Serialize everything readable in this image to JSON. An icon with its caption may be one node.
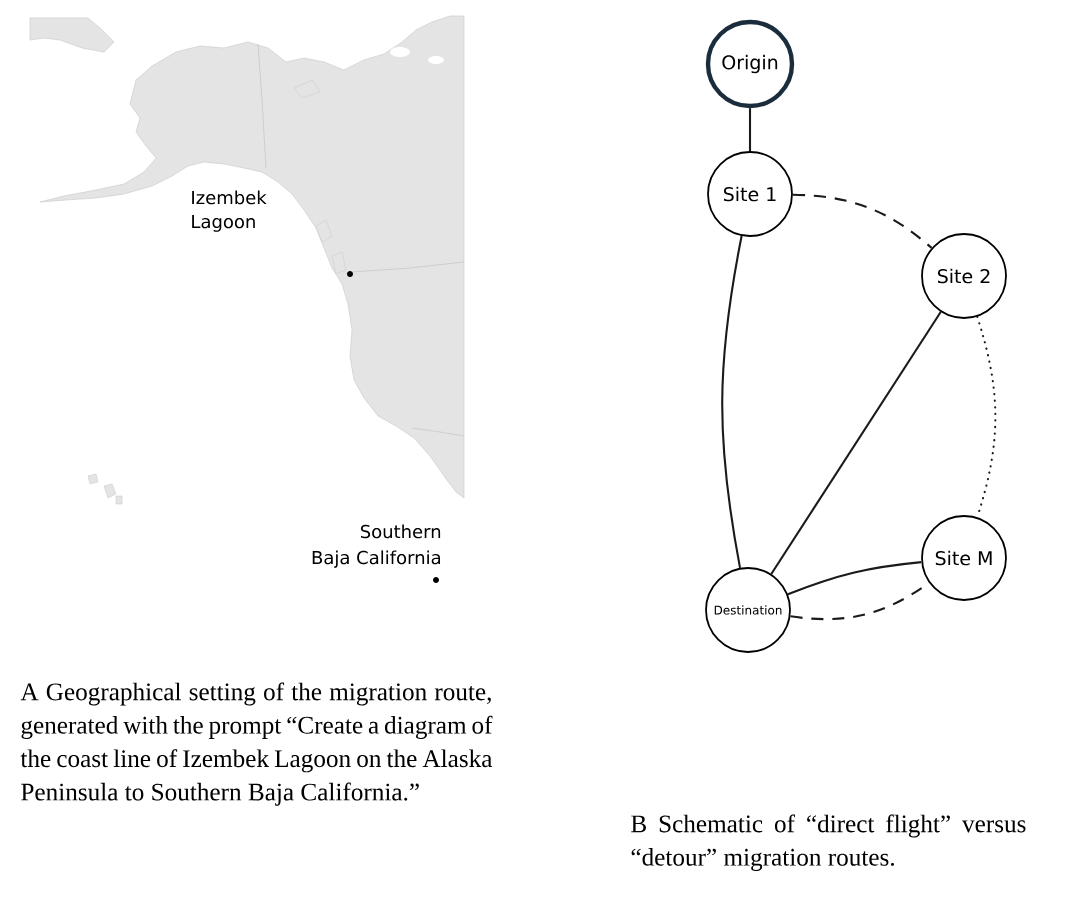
{
  "diagram": {
    "nodes": [
      {
        "text": [
          "Origin"
        ]
      },
      {
        "text": [
          "Site 1"
        ]
      },
      {
        "text": [
          "Site 2"
        ]
      },
      {
        "text": [
          "Site M"
        ]
      },
      {
        "text": [
          "Destination"
        ]
      }
    ],
    "edges": [
      {
        "from": 0,
        "to": 1,
        "arrow": "none"
      },
      {
        "from": 1,
        "to": 2,
        "arrow": "none",
        "style": "dashed"
      },
      {
        "from": 1,
        "to": 4,
        "arrow": "none"
      },
      {
        "from": 2,
        "to": 4,
        "arrow": "none"
      },
      {
        "from": 2,
        "to": 3,
        "arrow": "none",
        "style": "dashed"
      },
      {
        "from": 4,
        "to": 3,
        "arrow": "none"
      },
      {
        "from": 4,
        "to": 3,
        "arrow": "none",
        "style": "dashed"
      }
    ],
    "labels": [
      "Izembek Lagoon",
      "Southern Baja California",
      "A Geographical setting of the migration route, generated with the prompt “Create a diagram of the coast line of Izembek Lagoon on the Alaska Peninsula to Southern Baja California.”",
      "B Schematic of “direct flight” versus “detour” migration routes."
    ]
  }
}
